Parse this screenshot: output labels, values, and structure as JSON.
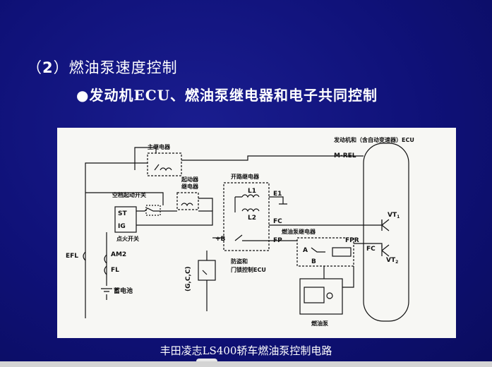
{
  "slide": {
    "heading_prefix": "（",
    "heading_number": "2",
    "heading_text": "）燃油泵速度控制",
    "subheading": "●发动机ECU、燃油泵继电器和电子共同控制",
    "caption": "丰田凌志LS400轿车燃油泵控制电路"
  },
  "diagram": {
    "ecu_label": "发动机和（含自动变速器）ECU",
    "m_rel": "M-REL",
    "main_relay": "主继电器",
    "starter_relay_1": "起动器",
    "starter_relay_2": "继电器",
    "open_relay": "开路继电器",
    "neutral_switch": "空档起动开关",
    "ignition_switch": "点火开关",
    "st": "ST",
    "ig": "IG",
    "l1": "L1",
    "l2": "L2",
    "e1": "E1",
    "fc_1": "FC",
    "fc_2": "FC",
    "fp": "FP",
    "fpr": "FPR",
    "plus_b": "+B",
    "fuel_pump_relay": "燃油泵继电器",
    "point_a": "A",
    "point_b": "B",
    "vt1": "VT",
    "vt1_sub": "1",
    "vt2": "VT",
    "vt2_sub": "2",
    "efl": "EFL",
    "am2": "AM2",
    "fl": "FL",
    "battery": "蓄电池",
    "gcc": "(G,C,C)",
    "antitheft_1": "防盗和",
    "antitheft_2": "门锁控制ECU",
    "fuel_pump": "燃油泵"
  }
}
